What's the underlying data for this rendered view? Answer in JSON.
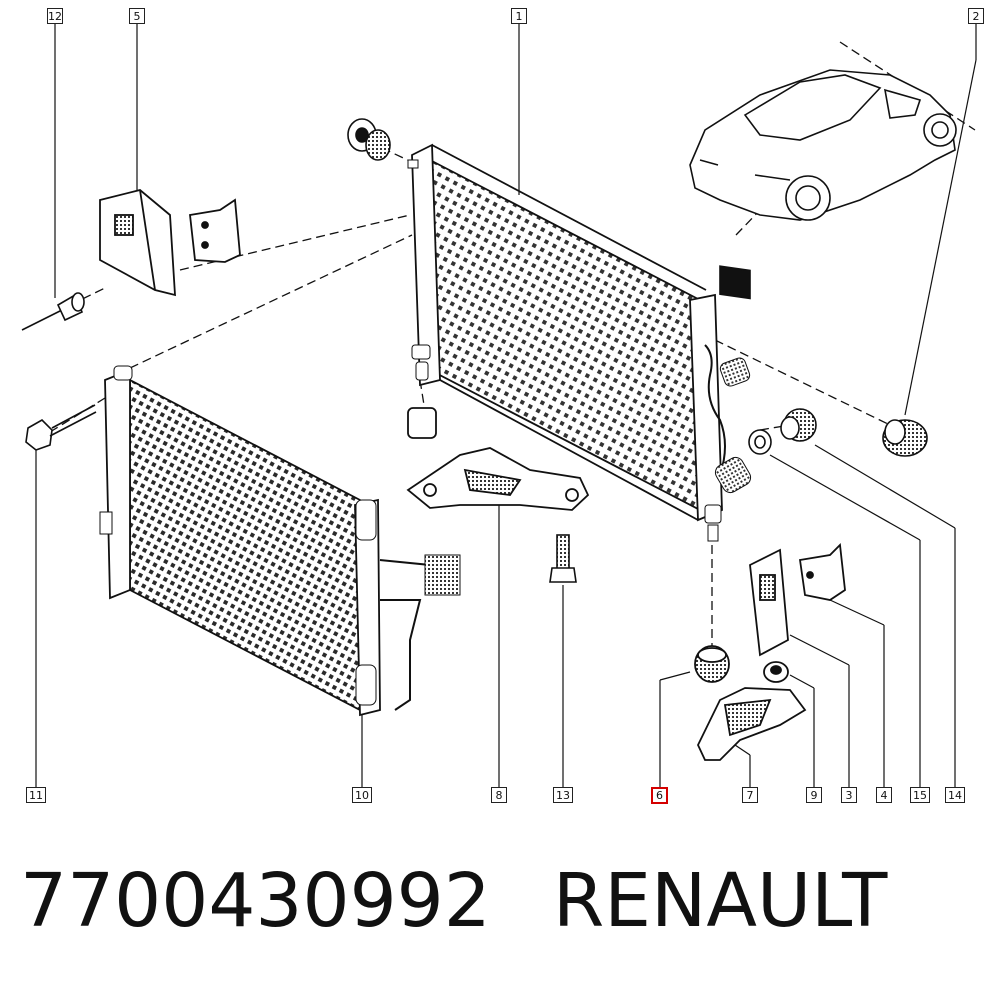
{
  "callouts": {
    "c12": "12",
    "c5": "5",
    "c1": "1",
    "c2": "2",
    "c11": "11",
    "c10": "10",
    "c8": "8",
    "c13": "13",
    "c6": "6",
    "c7": "7",
    "c9": "9",
    "c3": "3",
    "c4": "4",
    "c15": "15",
    "c14": "14"
  },
  "caption": {
    "part_number": "7700430992",
    "brand": "RENAULT"
  },
  "highlight_color": "#d40000"
}
